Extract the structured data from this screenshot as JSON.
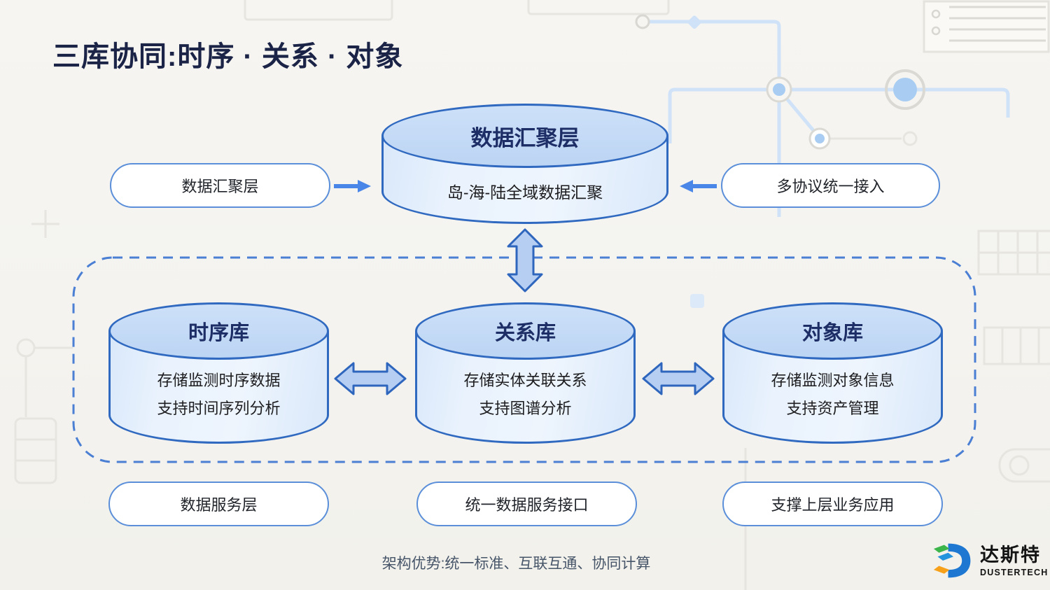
{
  "slide": {
    "title": "三库协同:时序 · 关系 · 对象",
    "caption": "架构优势:统一标准、互联互通、协同计算"
  },
  "hub": {
    "title": "数据汇聚层",
    "subtitle": "岛-海-陆全域数据汇聚"
  },
  "side_labels": {
    "left": "数据汇聚层",
    "right": "多协议统一接入"
  },
  "databases": [
    {
      "title": "时序库",
      "line1": "存储监测时序数据",
      "line2": "支持时间序列分析"
    },
    {
      "title": "关系库",
      "line1": "存储实体关联关系",
      "line2": "支持图谱分析"
    },
    {
      "title": "对象库",
      "line1": "存储监测对象信息",
      "line2": "支持资产管理"
    }
  ],
  "service_labels": [
    {
      "label": "数据服务层"
    },
    {
      "label": "统一数据服务接口"
    },
    {
      "label": "支撑上层业务应用"
    }
  ],
  "logo": {
    "name": "达斯特",
    "wordmark": "DUSTERTECH"
  },
  "colors": {
    "cylinder_border": "#3069c0",
    "cylinder_top_fill": "#bcd5f4",
    "cylinder_body_fill": "#e9f2fd",
    "pill_border": "#5b8fd9",
    "solid_arrow": "#4a86e8",
    "double_arrow_fill": "#b6cef2",
    "double_arrow_border": "#2f66bd",
    "dashed_zone_border": "#4a7fd4",
    "title_navy": "#1b2447",
    "cylinder_title_navy": "#1d2d66",
    "caption_gray": "#475569",
    "logo_green": "#3cb54a",
    "logo_orange": "#f7a11a",
    "logo_blue": "#1e78d2"
  }
}
